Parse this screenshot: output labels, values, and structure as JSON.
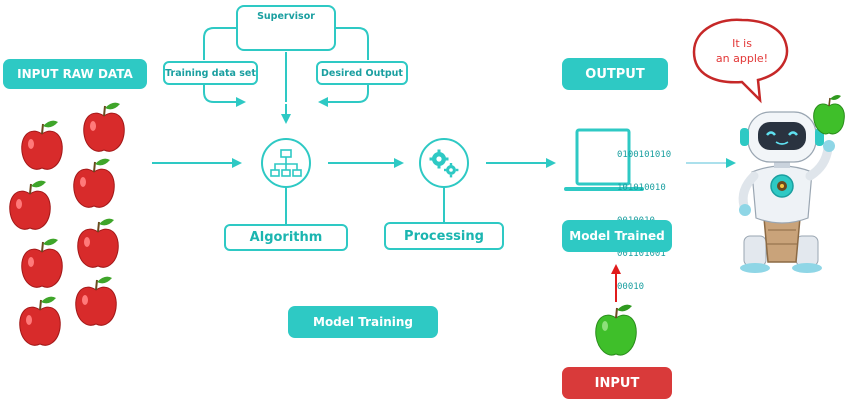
{
  "labels": {
    "input_raw_data": "INPUT RAW DATA",
    "supervisor": "Supervisor",
    "training_data_set": "Training data set",
    "desired_output": "Desired Output",
    "algorithm": "Algorithm",
    "processing": "Processing",
    "output": "OUTPUT",
    "model_trained": "Model Trained",
    "model_training": "Model Training",
    "input": "INPUT"
  },
  "binary_lines": [
    "0100101010",
    "101010010",
    "0010010",
    "001101001",
    "00010"
  ],
  "speech": {
    "line1": "It is",
    "line2": "an apple!"
  },
  "colors": {
    "teal": "#2ec9c4",
    "teal_dark": "#1a9fa0",
    "red": "#d93a3a",
    "apple_red": "#d82b2b",
    "apple_green": "#3fbf2a",
    "arrow_red": "#e01b1b"
  },
  "icons": [
    "supervisor-icon",
    "flowchart-icon",
    "gears-icon",
    "laptop-icon",
    "robot-icon",
    "red-apple-icon",
    "green-apple-icon",
    "speech-bubble-icon"
  ]
}
